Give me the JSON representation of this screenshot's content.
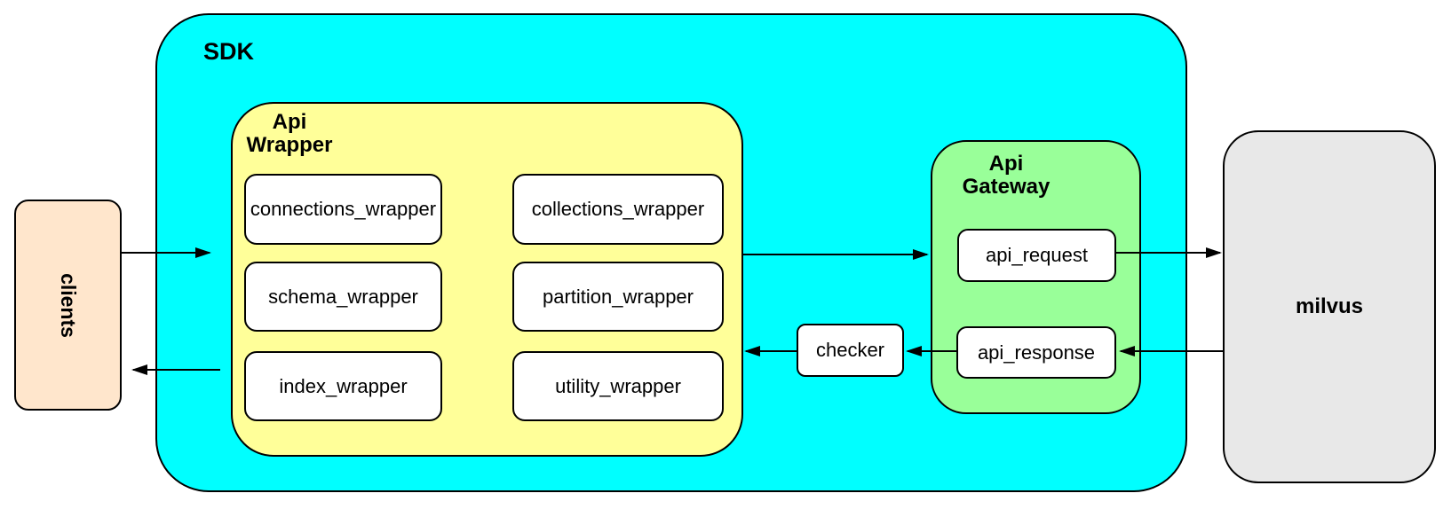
{
  "diagram": {
    "clients": {
      "label": "clients"
    },
    "sdk": {
      "label": "SDK"
    },
    "api_wrapper": {
      "title_line1": "Api",
      "title_line2": "Wrapper",
      "modules": [
        "connections_wrapper",
        "collections_wrapper",
        "schema_wrapper",
        "partition_wrapper",
        "index_wrapper",
        "utility_wrapper"
      ]
    },
    "checker": {
      "label": "checker"
    },
    "api_gateway": {
      "title_line1": "Api",
      "title_line2": "Gateway",
      "request_label": "api_request",
      "response_label": "api_response"
    },
    "milvus": {
      "label": "milvus"
    },
    "colors": {
      "sdk_fill": "#00FFFF",
      "api_wrapper_fill": "#FFFF99",
      "api_gateway_fill": "#99FF99",
      "clients_fill": "#FFE6CC",
      "milvus_fill": "#E8E8E8",
      "node_fill": "#FFFFFF",
      "stroke": "#000000",
      "background": "#FFFFFF"
    },
    "flow": [
      "clients -> sdk/api_wrapper",
      "api_wrapper -> api_gateway",
      "api_request -> milvus",
      "milvus -> api_response",
      "api_response -> checker",
      "checker -> api_wrapper",
      "sdk -> clients"
    ]
  }
}
